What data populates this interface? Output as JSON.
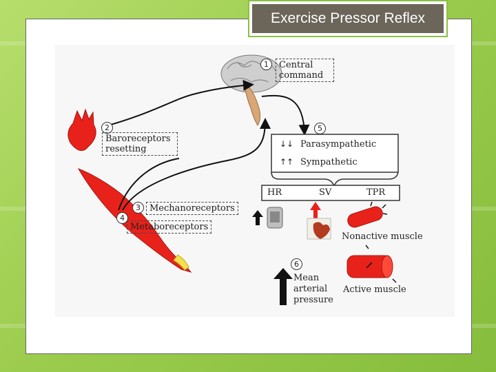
{
  "slide": {
    "title": "Exercise Pressor Reflex"
  },
  "diagram": {
    "steps": [
      {
        "num": "1",
        "label": "Central command"
      },
      {
        "num": "2",
        "label": "Baroreceptors resetting"
      },
      {
        "num": "3",
        "label": "Mechanoreceptors"
      },
      {
        "num": "4",
        "label": "Metaboreceptors"
      },
      {
        "num": "5",
        "parasympathetic": "Parasympathetic",
        "parasympathetic_arrows": "↓↓",
        "sympathetic": "Sympathetic",
        "sympathetic_arrows": "↑↑"
      },
      {
        "num": "6",
        "label_line1": "Mean",
        "label_line2": "arterial",
        "label_line3": "pressure"
      }
    ],
    "outputs": {
      "hr": "HR",
      "sv": "SV",
      "tpr": "TPR"
    },
    "muscles": {
      "nonactive": "Nonactive muscle",
      "active": "Active muscle"
    },
    "colors": {
      "muscle_red": "#e8221b",
      "brain_gray": "#c9c9c9",
      "brainstem": "#d9a676",
      "arrow_black": "#111111"
    }
  }
}
